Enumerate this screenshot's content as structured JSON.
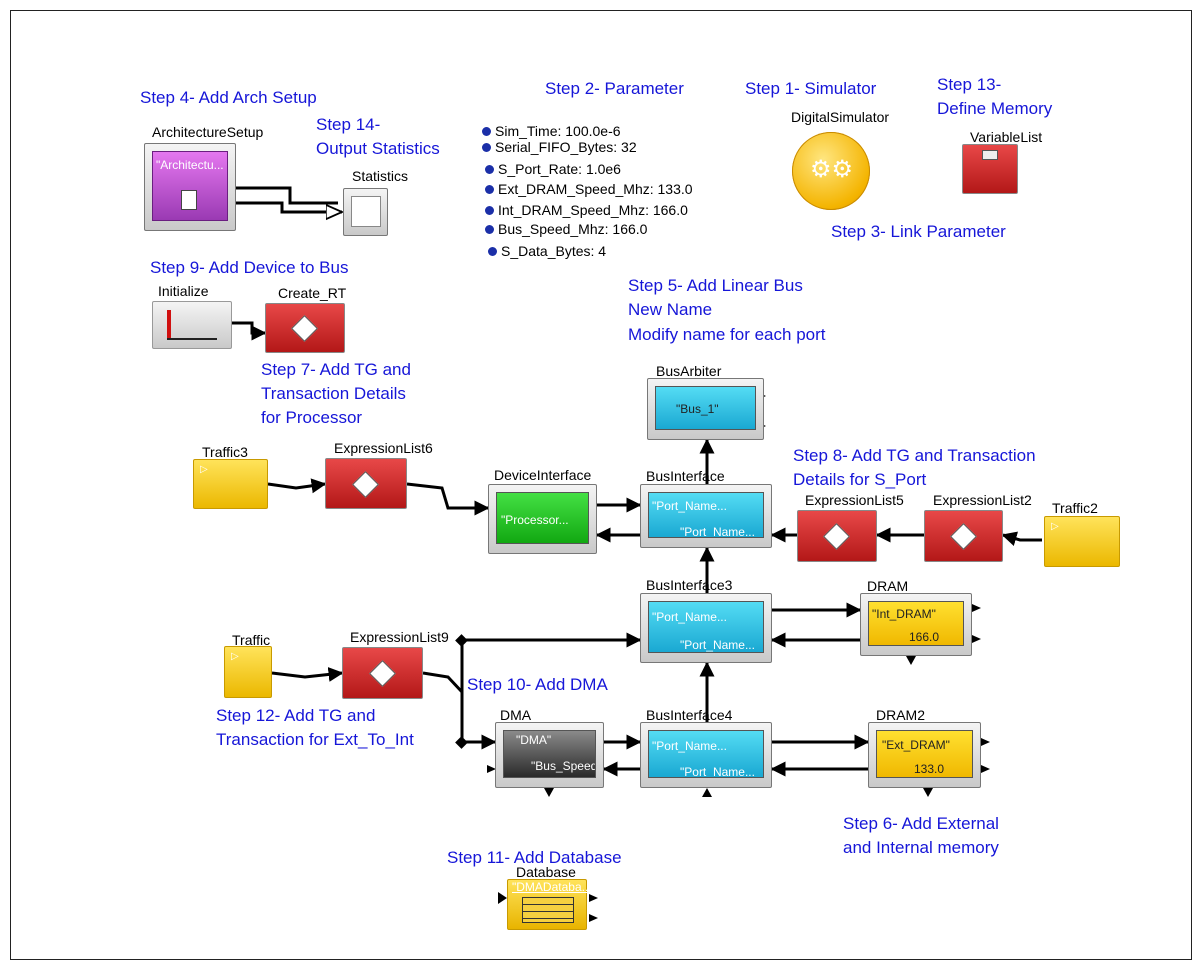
{
  "steps": {
    "s1": "Step 1- Simulator",
    "s2": "Step 2- Parameter",
    "s3": "Step 3- Link Parameter",
    "s4": "Step 4- Add Arch Setup",
    "s5a": "Step 5- Add Linear Bus",
    "s5b": "New Name",
    "s5c": "Modify name for each port",
    "s6a": "Step 6- Add External",
    "s6b": "and Internal memory",
    "s7a": "Step 7- Add TG and",
    "s7b": "Transaction Details",
    "s7c": "for Processor",
    "s8a": "Step 8- Add TG and Transaction",
    "s8b": "Details for S_Port",
    "s9": "Step 9- Add Device to Bus",
    "s10": "Step 10- Add DMA",
    "s11": "Step 11- Add Database",
    "s12a": "Step 12- Add TG and",
    "s12b": "Transaction for Ext_To_Int",
    "s13a": "Step 13-",
    "s13b": "Define Memory",
    "s14a": "Step 14-",
    "s14b": "Output Statistics"
  },
  "parameters": [
    "Sim_Time: 100.0e-6",
    "Serial_FIFO_Bytes: 32",
    "S_Port_Rate: 1.0e6",
    "Ext_DRAM_Speed_Mhz: 133.0",
    "Int_DRAM_Speed_Mhz: 166.0",
    "Bus_Speed_Mhz: 166.0",
    "S_Data_Bytes: 4"
  ],
  "blocks": {
    "architecture_setup": {
      "label": "ArchitectureSetup",
      "text": "\"Architectu..."
    },
    "statistics": {
      "label": "Statistics"
    },
    "digital_simulator": {
      "label": "DigitalSimulator"
    },
    "variable_list": {
      "label": "VariableList"
    },
    "initialize": {
      "label": "Initialize"
    },
    "create_rt": {
      "label": "Create_RT"
    },
    "bus_arbiter": {
      "label": "BusArbiter",
      "text": "\"Bus_1\""
    },
    "traffic3": {
      "label": "Traffic3"
    },
    "expression_list6": {
      "label": "ExpressionList6"
    },
    "device_interface": {
      "label": "DeviceInterface",
      "text": "\"Processor..."
    },
    "bus_interface": {
      "label": "BusInterface",
      "text1": "\"Port_Name...",
      "text2": "\"Port_Name..."
    },
    "expression_list5": {
      "label": "ExpressionList5"
    },
    "expression_list2": {
      "label": "ExpressionList2"
    },
    "traffic2": {
      "label": "Traffic2"
    },
    "bus_interface3": {
      "label": "BusInterface3",
      "text1": "\"Port_Name...",
      "text2": "\"Port_Name..."
    },
    "dram": {
      "label": "DRAM",
      "text1": "\"Int_DRAM\"",
      "text2": "166.0"
    },
    "traffic": {
      "label": "Traffic"
    },
    "expression_list9": {
      "label": "ExpressionList9"
    },
    "dma": {
      "label": "DMA",
      "text1": "\"DMA\"",
      "text2": "\"Bus_Speed..."
    },
    "bus_interface4": {
      "label": "BusInterface4",
      "text1": "\"Port_Name...",
      "text2": "\"Port_Name..."
    },
    "dram2": {
      "label": "DRAM2",
      "text1": "\"Ext_DRAM\"",
      "text2": "133.0"
    },
    "database": {
      "label": "Database",
      "text": "\"DMADataba..."
    }
  }
}
